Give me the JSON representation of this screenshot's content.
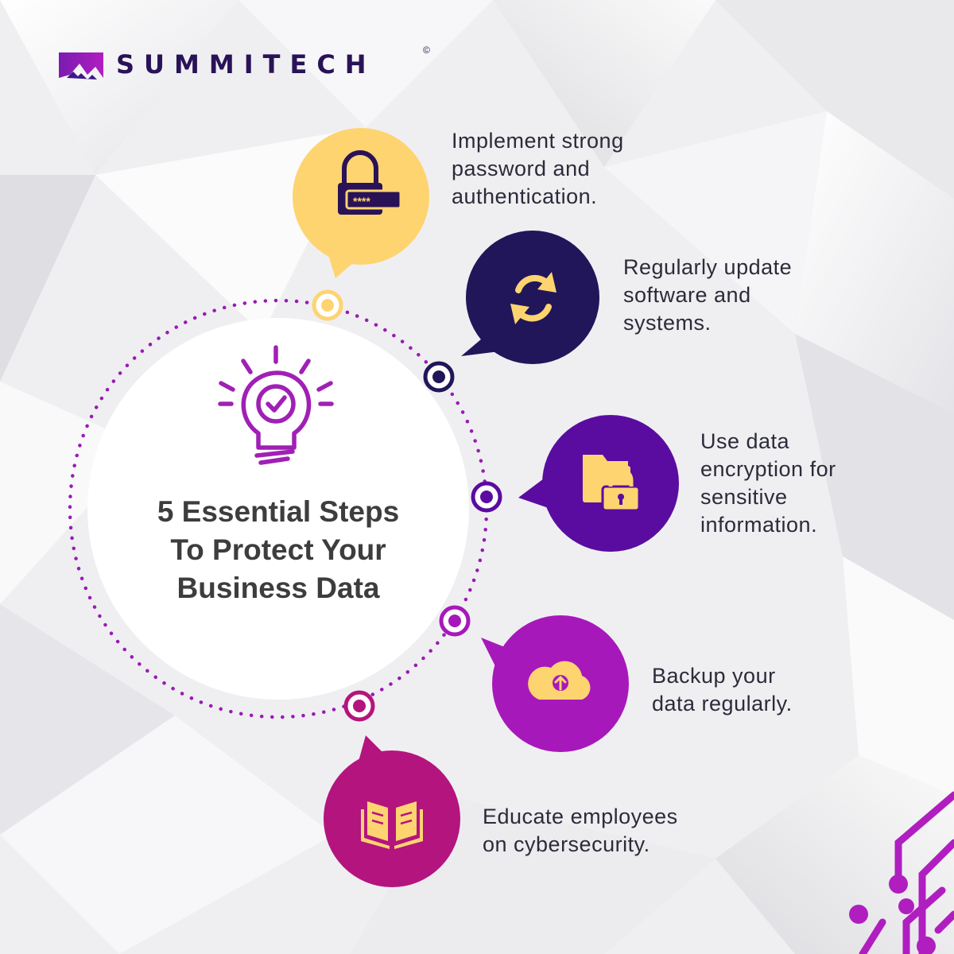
{
  "brand": {
    "name": "SUMMITECH",
    "copyright": "©",
    "color": "#2a1257",
    "gradient": [
      "#3b1a8a",
      "#b01ec0"
    ]
  },
  "title": {
    "lines": [
      "5 Essential Steps",
      "To Protect Your",
      "Business Data"
    ]
  },
  "center_icon": "lightbulb-check-icon",
  "steps": [
    {
      "text": "Implement strong\npassword and\nauthentication.",
      "icon": "password-lock-icon",
      "color": "#fdd470"
    },
    {
      "text": "Regularly update\nsoftware and\nsystems.",
      "icon": "refresh-icon",
      "color": "#211659"
    },
    {
      "text": "Use data\nencryption for\nsensitive\ninformation.",
      "icon": "locked-folder-icon",
      "color": "#5a0ca0"
    },
    {
      "text": "Backup your\ndata regularly.",
      "icon": "cloud-upload-icon",
      "color": "#a718ba"
    },
    {
      "text": "Educate employees\non cybersecurity.",
      "icon": "open-book-icon",
      "color": "#b4147e"
    }
  ],
  "colors": {
    "icon_fill": "#fdd470",
    "ring": "#9a1ab4",
    "text": "#3d3d3d"
  }
}
